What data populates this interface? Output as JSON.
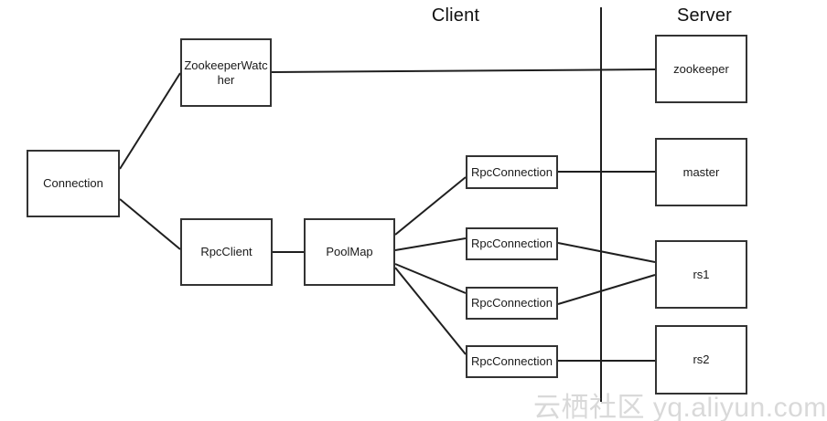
{
  "header": {
    "client_label": "Client",
    "server_label": "Server"
  },
  "nodes": {
    "connection": {
      "label": "Connection"
    },
    "zookeeper_watcher": {
      "label": "ZookeeperWatcher"
    },
    "rpc_client": {
      "label": "RpcClient"
    },
    "pool_map": {
      "label": "PoolMap"
    },
    "rpc_connection_1": {
      "label": "RpcConnection"
    },
    "rpc_connection_2": {
      "label": "RpcConnection"
    },
    "rpc_connection_3": {
      "label": "RpcConnection"
    },
    "rpc_connection_4": {
      "label": "RpcConnection"
    },
    "zookeeper": {
      "label": "zookeeper"
    },
    "master": {
      "label": "master"
    },
    "rs1": {
      "label": "rs1"
    },
    "rs2": {
      "label": "rs2"
    }
  },
  "edges": [
    {
      "from": "connection",
      "to": "zookeeper_watcher"
    },
    {
      "from": "connection",
      "to": "rpc_client"
    },
    {
      "from": "zookeeper_watcher",
      "to": "zookeeper"
    },
    {
      "from": "rpc_client",
      "to": "pool_map"
    },
    {
      "from": "pool_map",
      "to": "rpc_connection_1"
    },
    {
      "from": "pool_map",
      "to": "rpc_connection_2"
    },
    {
      "from": "pool_map",
      "to": "rpc_connection_3"
    },
    {
      "from": "pool_map",
      "to": "rpc_connection_4"
    },
    {
      "from": "rpc_connection_1",
      "to": "master"
    },
    {
      "from": "rpc_connection_2",
      "to": "rs1"
    },
    {
      "from": "rpc_connection_3",
      "to": "rs1"
    },
    {
      "from": "rpc_connection_4",
      "to": "rs2"
    }
  ],
  "watermark": "云栖社区 yq.aliyun.com",
  "colors": {
    "line": "#1f1f1f",
    "box_border": "#333333",
    "box_fill": "#ffffff",
    "watermark": "#d9d9d9",
    "background": "#ffffff"
  }
}
